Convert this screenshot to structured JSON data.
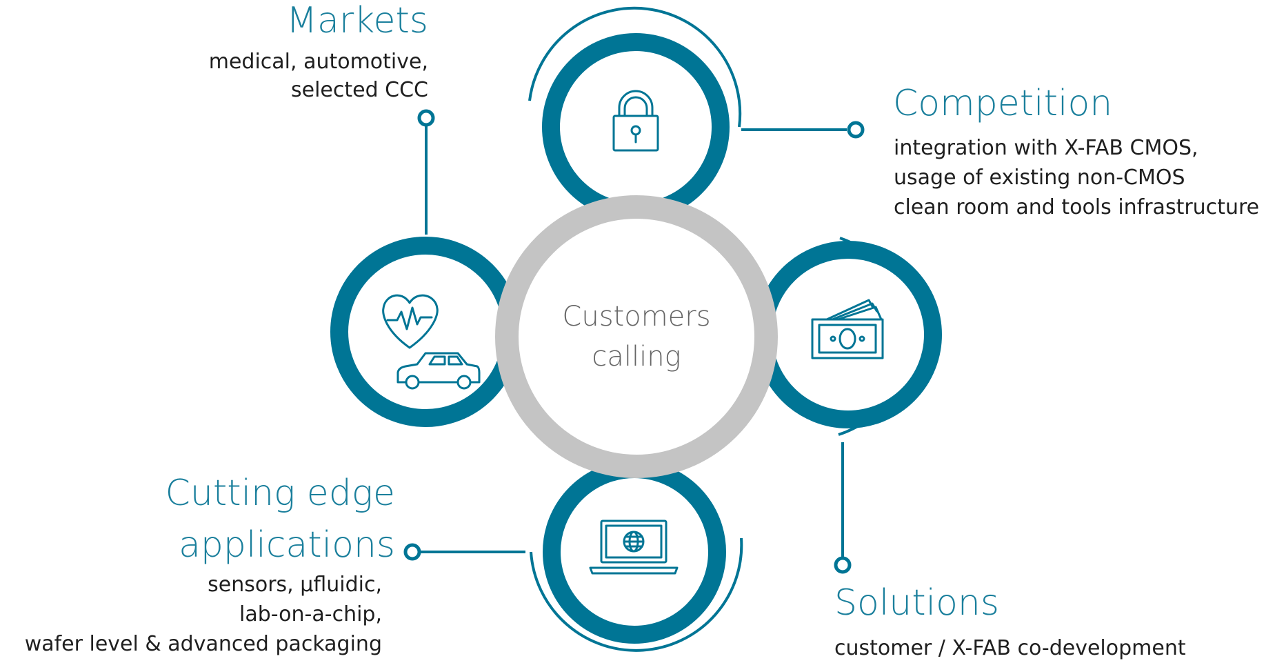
{
  "colors": {
    "accent": "#007595",
    "accent_light": "#1f8aa7",
    "center_ring": "#c4c4c4",
    "heading_text": "#1a7f9c",
    "body_text": "#1f1f1f",
    "center_text": "#666666",
    "background": "#ffffff"
  },
  "center": {
    "line1": "Customers",
    "line2": "calling"
  },
  "markets": {
    "title": "Markets",
    "line1": "medical, automotive,",
    "line2": "selected CCC",
    "icons": [
      "heart-pulse-icon",
      "car-icon"
    ]
  },
  "competition": {
    "title": "Competition",
    "line1": "integration with X-FAB CMOS,",
    "line2": "usage of existing non-CMOS",
    "line3": "clean room and tools infrastructure",
    "icon": "padlock-icon"
  },
  "solutions": {
    "title": "Solutions",
    "line1": "customer / X-FAB co-development",
    "icon": "money-icon"
  },
  "applications": {
    "title1": "Cutting edge",
    "title2": "applications",
    "line1": "sensors, µfluidic,",
    "line2": "lab-on-a-chip,",
    "line3": "wafer level & advanced packaging",
    "icon": "laptop-globe-icon"
  }
}
